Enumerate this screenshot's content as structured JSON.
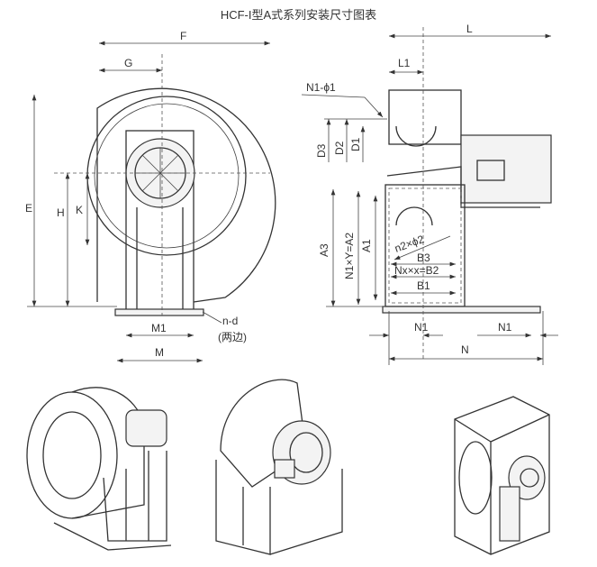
{
  "title": "HCF-I型A式系列安装尺寸图表",
  "side_view": {
    "F": "F",
    "G": "G",
    "E": "E",
    "H": "H",
    "K": "K",
    "M1": "M1",
    "M": "M",
    "nd": "n-d",
    "both_sides": "(两边)"
  },
  "front_view": {
    "L": "L",
    "L1": "L1",
    "N1_phi1": "N1-ϕ1",
    "D3": "D3",
    "D2": "D2",
    "D1": "D1",
    "A3": "A3",
    "A2": "N1×Y=A2",
    "A1": "A1",
    "n2_phi2": "n2×ϕ2",
    "B3": "B3",
    "B2": "Nx×x=B2",
    "B1": "B1",
    "N1_left": "N1",
    "N1_right": "N1",
    "N": "N"
  }
}
